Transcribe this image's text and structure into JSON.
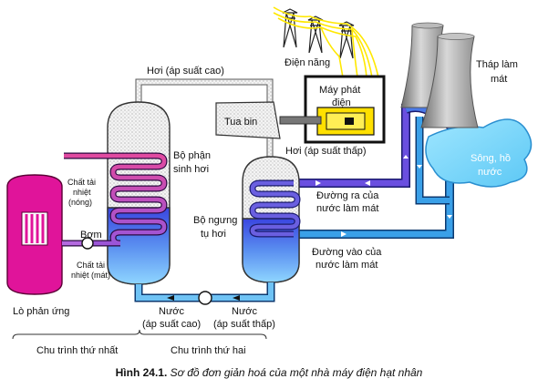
{
  "labels": {
    "steam_high": "Hơi (áp suất cao)",
    "electricity": "Điện năng",
    "cooling_tower": [
      "Tháp làm",
      "mát"
    ],
    "generator": [
      "Máy phát",
      "điện"
    ],
    "turbine": "Tua bin",
    "steam_low": "Hơi (áp suất thấp)",
    "steam_generator": [
      "Bộ phận",
      "sinh hơi"
    ],
    "coolant_hot": [
      "Chất tải",
      "nhiệt",
      "(nóng)"
    ],
    "coolant_cold": [
      "Chất tải",
      "nhiệt (mát)"
    ],
    "pump": "Bơm",
    "condenser": [
      "Bộ ngưng",
      "tụ hơi"
    ],
    "river": [
      "Sông, hồ",
      "nước"
    ],
    "outlet": [
      "Đường ra của",
      "nước làm mát"
    ],
    "inlet": [
      "Đường vào của",
      "nước làm mát"
    ],
    "reactor": "Lò phản ứng",
    "water_high": [
      "Nước",
      "(áp suất cao)"
    ],
    "water_low": [
      "Nước",
      "(áp suất thấp)"
    ],
    "cycle_1": "Chu trình thứ nhất",
    "cycle_2": "Chu trình thứ hai"
  },
  "caption": {
    "number": "Hình 24.1",
    "separator": ". ",
    "text": "Sơ đồ đơn giản hoá của một nhà máy điện hạt nhân"
  },
  "colors": {
    "reactor": "#e0149a",
    "hot_pipe": "#d0308a",
    "cold_pipe": "#5566dd",
    "cooling_pipe": "#3aa0e8",
    "generator": "#ffe000",
    "water": "#2e3ddc",
    "power_line": "#ffe800"
  },
  "icons": [
    "pump-icon",
    "transmission-tower-icon",
    "flow-arrow-icon"
  ]
}
